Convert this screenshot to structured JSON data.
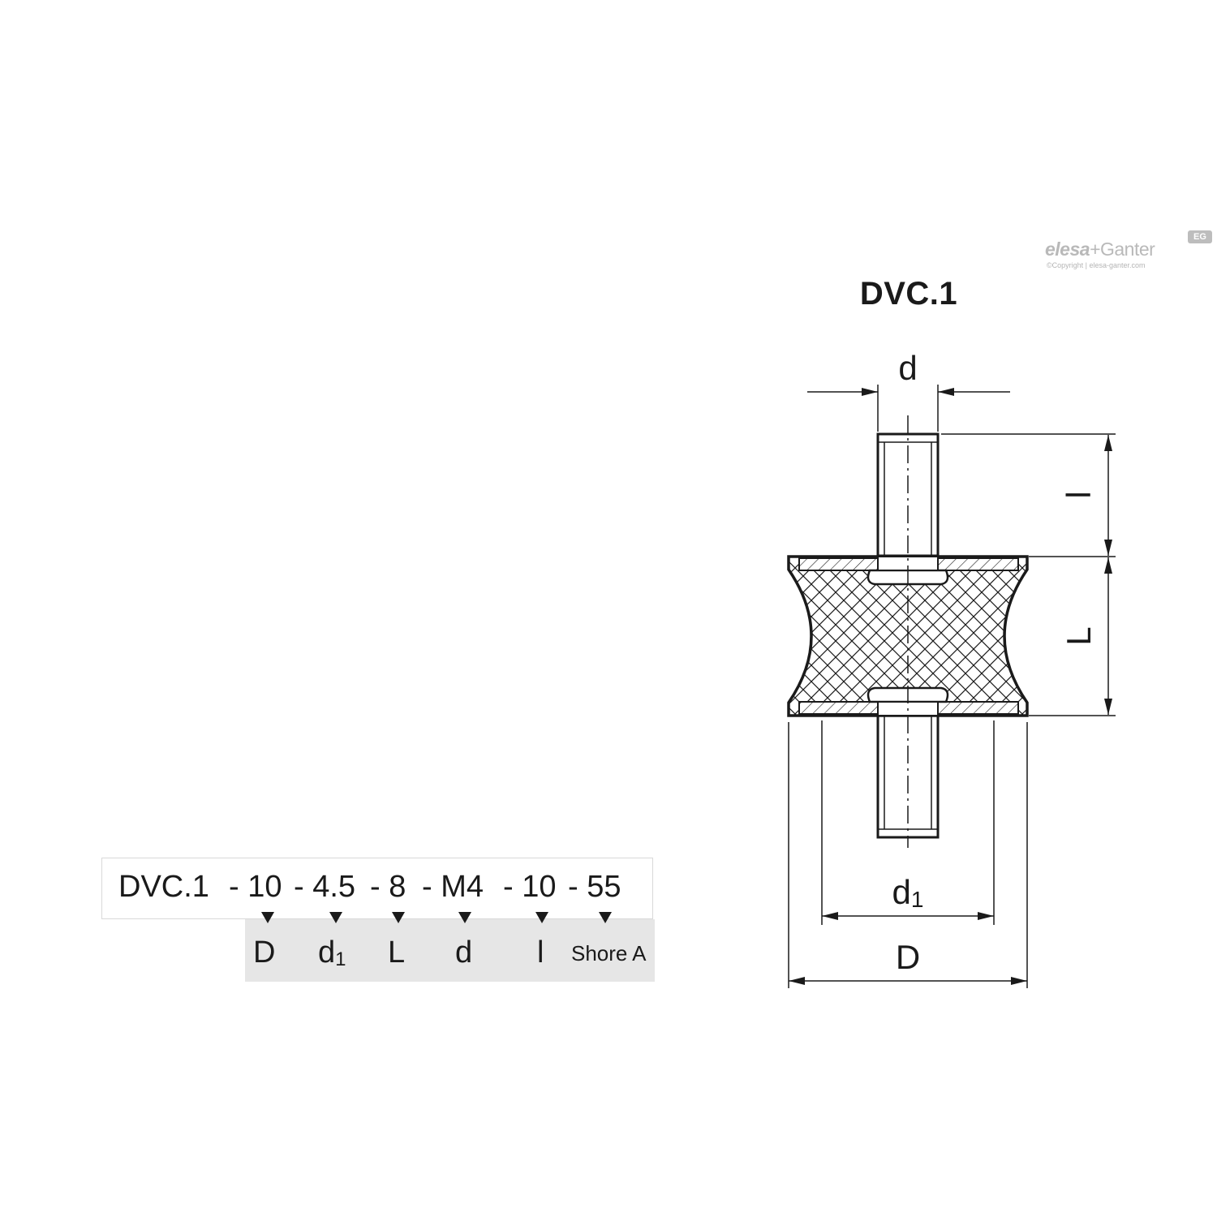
{
  "product_code": "DVC.1",
  "logo": {
    "brand_left": "elesa",
    "brand_plus": "+",
    "brand_right": "Ganter",
    "copyright": "©Copyright | elesa-ganter.com",
    "mark": "EG"
  },
  "dimension_labels": {
    "d": "d",
    "l": "l",
    "L": "L",
    "d1_main": "d",
    "d1_sub": "1",
    "D": "D"
  },
  "designation": {
    "parts": [
      "DVC.1",
      "- 10",
      "- 4.5",
      "- 8",
      "- M4",
      "- 10",
      "- 55"
    ],
    "legend": [
      {
        "main": "D",
        "sub": ""
      },
      {
        "main": "d",
        "sub": "1"
      },
      {
        "main": "L",
        "sub": ""
      },
      {
        "main": "d",
        "sub": ""
      },
      {
        "main": "l",
        "sub": ""
      },
      {
        "main": "Shore A",
        "sub": ""
      }
    ]
  },
  "colors": {
    "line": "#1a1a1a",
    "legend_bg": "#e6e6e6",
    "logo_grey": "#b9b9b9"
  }
}
